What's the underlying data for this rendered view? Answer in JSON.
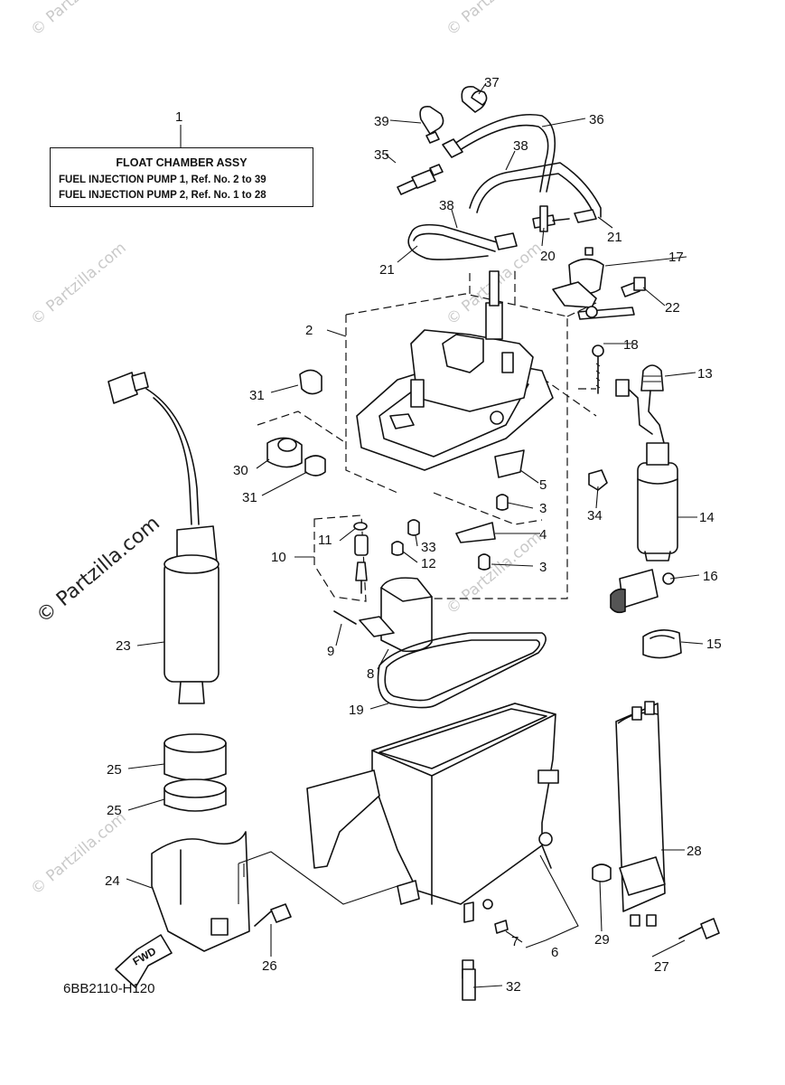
{
  "header_box": {
    "title": "FLOAT CHAMBER ASSY",
    "line1": "FUEL INJECTION PUMP 1,  Ref. No. 2 to 39",
    "line2": "FUEL INJECTION PUMP 2,  Ref. No. 1 to 28"
  },
  "diagram_code": "6BB2110-H120",
  "direction_arrow": "FWD",
  "watermark": "© Partzilla.com",
  "callouts": [
    "1",
    "2",
    "3",
    "3",
    "4",
    "5",
    "6",
    "7",
    "8",
    "9",
    "10",
    "11",
    "12",
    "13",
    "14",
    "15",
    "16",
    "17",
    "18",
    "19",
    "20",
    "21",
    "21",
    "22",
    "23",
    "24",
    "25",
    "25",
    "26",
    "27",
    "28",
    "29",
    "30",
    "31",
    "31",
    "32",
    "33",
    "34",
    "35",
    "36",
    "37",
    "38",
    "38",
    "39"
  ],
  "colors": {
    "line": "#111111",
    "background": "#ffffff",
    "watermark": "#c9c9c9"
  }
}
